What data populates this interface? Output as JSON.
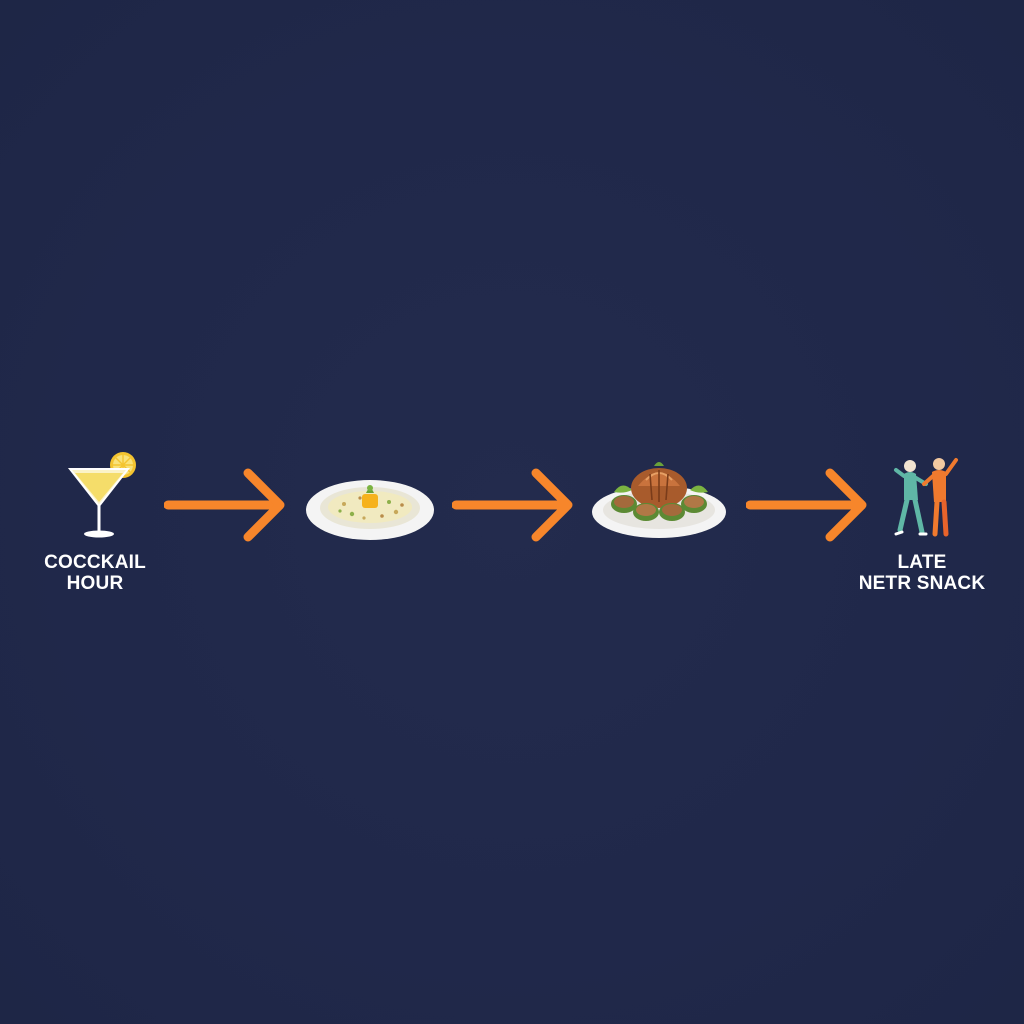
{
  "stages": [
    {
      "label_lines": [
        "COCCKAIL",
        "HOUR"
      ],
      "icon": "cocktail-glass-icon"
    },
    {
      "label_lines": [],
      "icon": "appetizer-plate-icon"
    },
    {
      "label_lines": [],
      "icon": "main-course-plate-icon"
    },
    {
      "label_lines": [
        "LATE",
        "NЕTR SNACK"
      ],
      "icon": "dancing-couple-icon"
    }
  ],
  "arrow_count": 3,
  "colors": {
    "background": "#20284a",
    "arrow": "#f7862b",
    "text": "#ffffff",
    "cocktail_liquid": "#f5dd6a",
    "lemon": "#f4c430",
    "plate": "#f4f4f4",
    "dancer_left": "#5fb7a6",
    "dancer_right": "#f07a2e"
  }
}
